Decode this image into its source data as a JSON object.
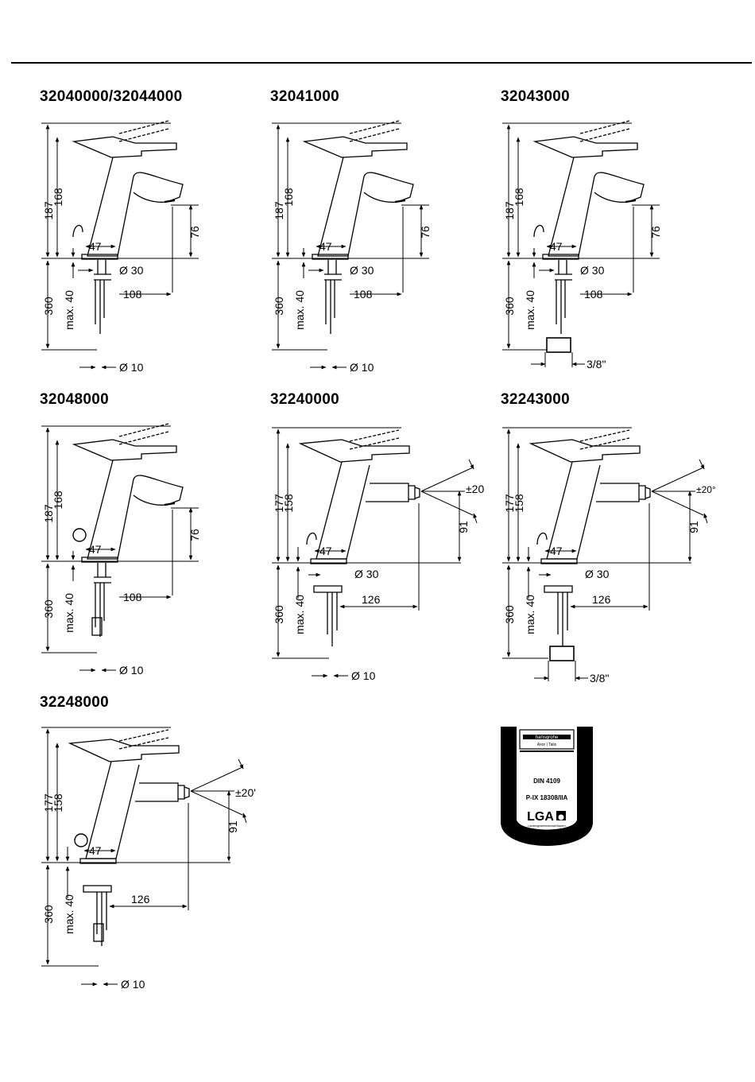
{
  "titles": [
    "32040000/32044000",
    "32041000",
    "32043000",
    "32048000",
    "32240000",
    "32243000",
    "32248000"
  ],
  "type_a": {
    "h1": "187",
    "h2": "168",
    "spout": "76",
    "base": "47",
    "dia": "Ø 30",
    "reach": "108",
    "shank": "360",
    "max": "max. 40",
    "pipe": "Ø 10",
    "thread": "3/8\""
  },
  "type_b": {
    "h1": "177",
    "h2": "158",
    "spout": "91",
    "base": "47",
    "dia": "Ø 30",
    "reach": "126",
    "shank": "360",
    "max": "max. 40",
    "pipe": "Ø 10",
    "thread": "3/8\"",
    "angle": "±20",
    "angle_deg": "±20°",
    "angle_min": "±20'"
  },
  "badge": {
    "brand": "hansgrohe",
    "sub": "Axor | Talis",
    "din": "DIN 4109",
    "cert": "P-IX 18308/IIA",
    "lga": "LGA",
    "fine": "Landesgewerbeanstalt Bayern"
  }
}
